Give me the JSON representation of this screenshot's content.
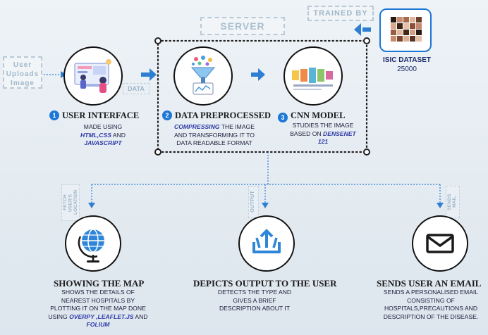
{
  "labels": {
    "server": "SERVER",
    "trained_by": "TRAINED BY",
    "user_uploads": "User Uploads Image",
    "data_tag": "DATA",
    "dataset_name": "ISIC DATASET",
    "dataset_count": "25000",
    "fetch_location": "FETCH USER'S LOCATION",
    "output_tag": "OUTPUT",
    "sends_mail_tag": "SENDS MAIL"
  },
  "steps": [
    {
      "number": "1",
      "title": "USER INTERFACE",
      "desc_plain_1": "MADE USING",
      "desc_hl_1": "HTML,CSS",
      "desc_plain_2": " AND",
      "desc_hl_2": "JAVASCRIPT"
    },
    {
      "number": "2",
      "title": "DATA PREPROCESSED",
      "desc_hl_1": "COMPRESSING",
      "desc_plain_1": " THE IMAGE",
      "desc_plain_2": "AND TRANSFORMING IT TO",
      "desc_plain_3": "DATA READABLE FORMAT"
    },
    {
      "number": "3",
      "title": "CNN MODEL",
      "desc_plain_1": "STUDIES THE IMAGE",
      "desc_plain_2": "BASED ON ",
      "desc_hl_1": "DENSENET",
      "desc_hl_2": "121"
    }
  ],
  "outputs": [
    {
      "title": "SHOWING THE MAP",
      "line1": "SHOWS THE DETAILS OF",
      "line2": "NEAREST HOSPITALS BY",
      "line3": "PLOTTING IT ON THE MAP DONE",
      "line4_plain": "USING ",
      "line4_hl": "OVERPY ,LEAFLET.JS",
      "line4_plain2": " AND",
      "line5_hl": "FOLIUM"
    },
    {
      "title": "DEPICTS OUTPUT TO THE USER",
      "line1": "DETECTS THE TYPE AND",
      "line2": "GIVES A BRIEF",
      "line3": "DESCRIPTION ABOUT IT"
    },
    {
      "title": "SENDS USER AN EMAIL",
      "line1": "SENDS A PERSONALISED EMAIL",
      "line2": "CONSISTING OF",
      "line3": "HOSPITALS,PRECAUTIONS AND",
      "line4": "DESCRIPTION OF THE DISEASE."
    }
  ],
  "icons": {
    "ui": "web-designer-illustration-icon",
    "preprocess": "funnel-data-icon",
    "cnn": "neural-network-layers-icon",
    "dataset": "dataset-grid-icon",
    "map": "globe-icon",
    "output": "upload-tray-icon",
    "email": "envelope-icon"
  },
  "colors": {
    "accent": "#1c77d6",
    "highlight": "#2f3aa8",
    "tag_text": "#9db6c8"
  }
}
